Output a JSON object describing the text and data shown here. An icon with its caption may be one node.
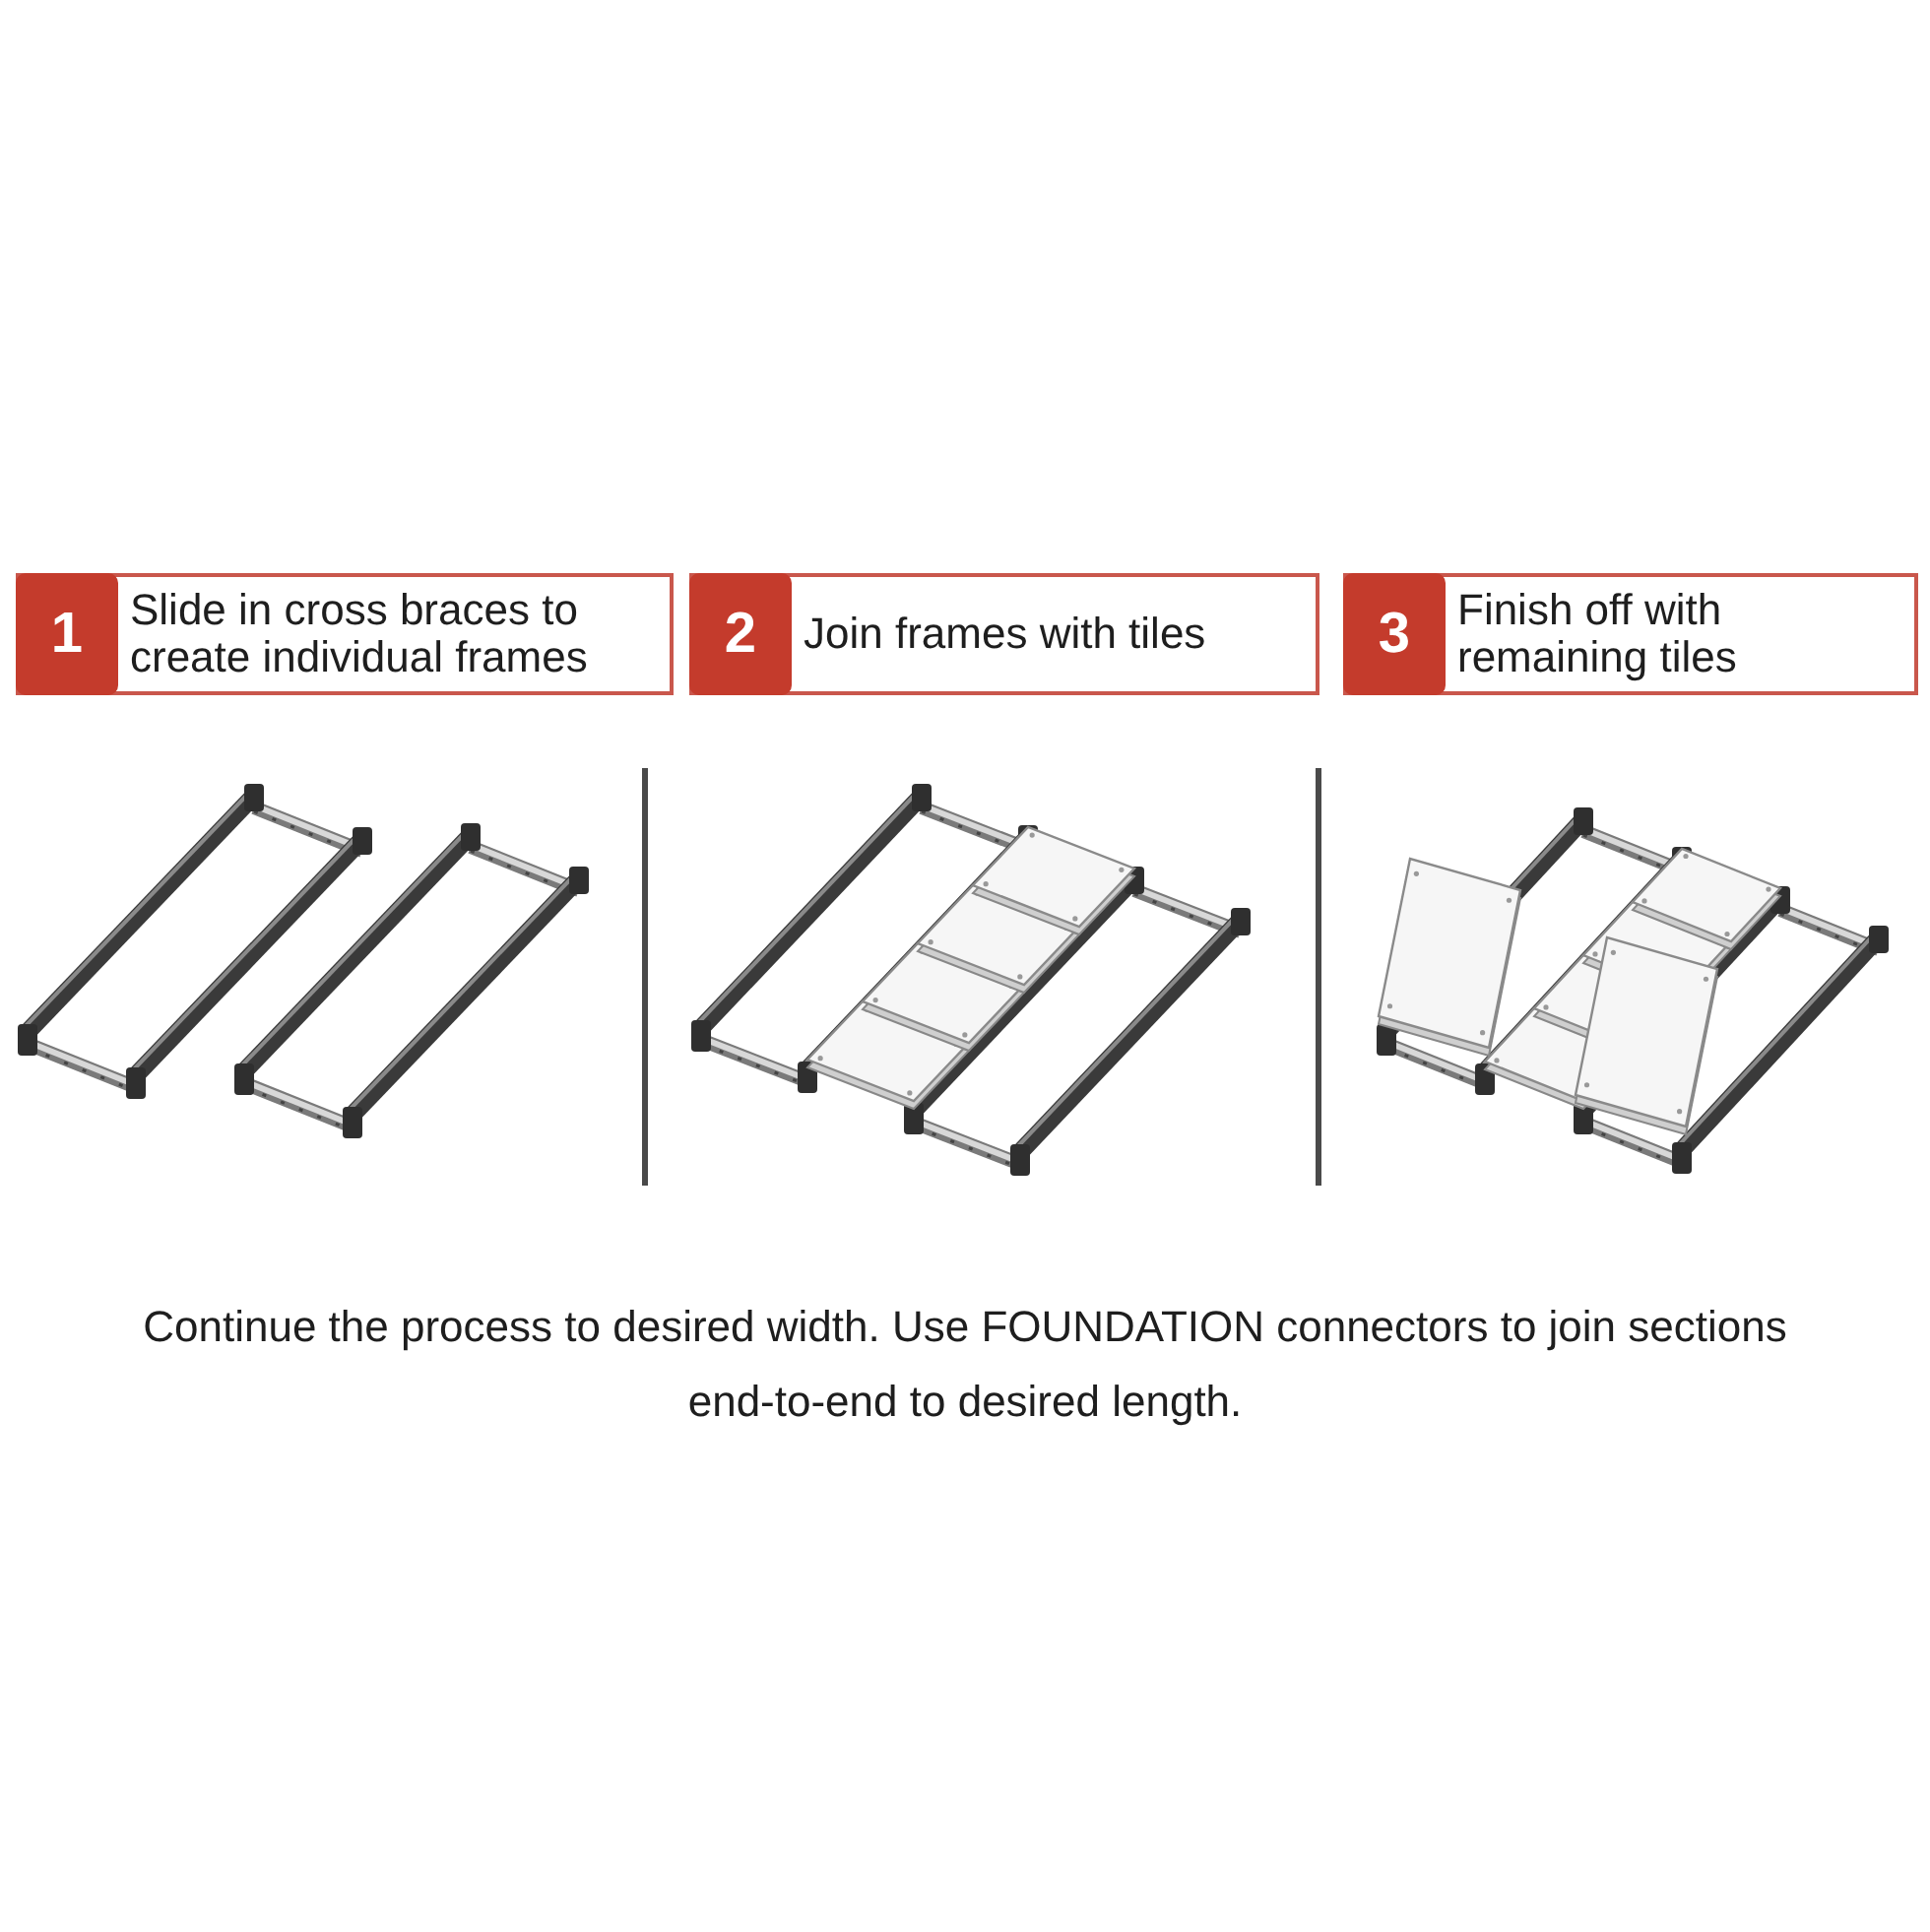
{
  "diagram": {
    "nodes": [
      {
        "text": [
          "1",
          "Slide in cross braces to create individual frames"
        ]
      },
      {
        "text": [
          "2",
          "Join frames with tiles"
        ]
      },
      {
        "text": [
          "3",
          "Finish off with remaining tiles"
        ]
      }
    ],
    "caption": "Continue the process to desired width. Use FOUNDATION connectors to join sections end-to-end to desired length."
  }
}
